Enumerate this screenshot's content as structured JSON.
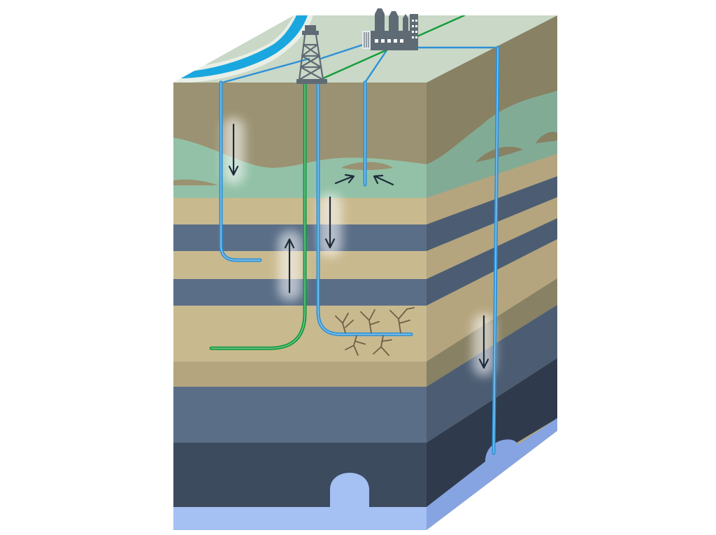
{
  "diagram": {
    "type": "geologic block cross-section",
    "labels": [],
    "colors": {
      "background": "#ffffff",
      "surface_top": "#c9d8c7",
      "river": "#1aa7df",
      "river_bank": "#e9efe6",
      "topsoil_front": "#9a9272",
      "topsoil_side": "#888164",
      "green_layer_front": "#92c1a7",
      "green_layer_side": "#82ab95",
      "sand_front": "#c9b98e",
      "sand_side": "#b4a57e",
      "slate_front": "#5a6e87",
      "slate_side": "#4c5d73",
      "deep_dark_front": "#3d4b5f",
      "deep_dark_side": "#2f3b4d",
      "aquifer_front": "#a5c0f2",
      "aquifer_side": "#86a4e1",
      "pipe_blue": "#2c91d6",
      "pipe_highlight": "#dff1ff",
      "pipe_green": "#129c3a",
      "arrow": "#1e2c3a",
      "structure_gray": "#5f6b74",
      "fracture": "#6e6048"
    },
    "icons": [
      "oil-derrick-icon",
      "factory-icon"
    ],
    "flow_arrows": [
      {
        "id": "injection-left",
        "direction": "down"
      },
      {
        "id": "production-up",
        "direction": "up"
      },
      {
        "id": "injection-center",
        "direction": "down"
      },
      {
        "id": "disposal-right",
        "direction": "down"
      },
      {
        "id": "lens-inflow-left",
        "direction": "in"
      },
      {
        "id": "lens-inflow-right",
        "direction": "in"
      }
    ]
  }
}
